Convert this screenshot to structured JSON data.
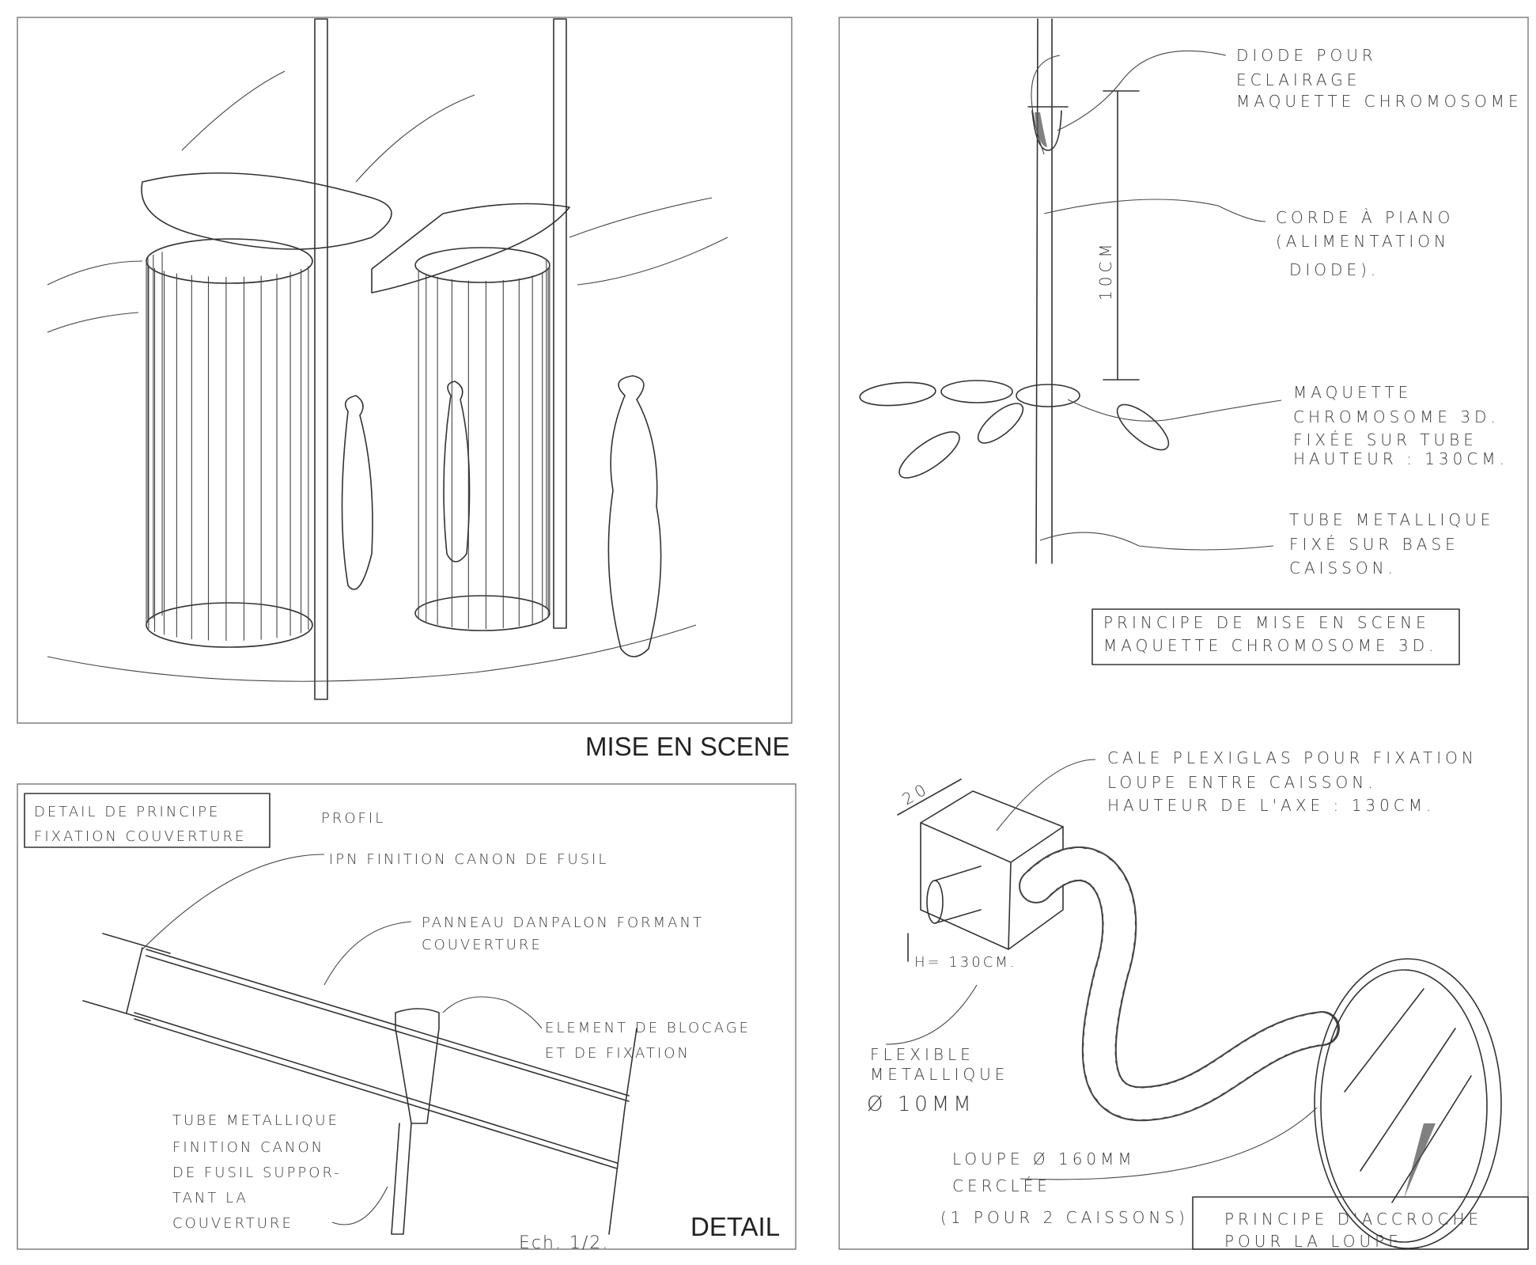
{
  "mise_en_scene": {
    "caption": "MISE EN SCENE"
  },
  "detail": {
    "caption": "DETAIL",
    "title_box": [
      "DETAIL DE PRINCIPE",
      "FIXATION COUVERTURE"
    ],
    "profil": "PROFIL",
    "ipn": "IPN FINITION CANON DE FUSIL",
    "panneau": [
      "PANNEAU DANPALON FORMANT",
      "COUVERTURE"
    ],
    "element": [
      "ELEMENT DE BLOCAGE",
      "ET DE FIXATION"
    ],
    "tube": [
      "TUBE METALLIQUE",
      "FINITION CANON",
      "DE FUSIL SUPPOR-",
      "TANT LA",
      "COUVERTURE"
    ],
    "scale": "Ech. 1/2."
  },
  "chromosome": {
    "diode": [
      "DIODE POUR",
      "ECLAIRAGE",
      "MAQUETTE CHROMOSOME"
    ],
    "corde": [
      "CORDE À PIANO",
      "(ALIMENTATION",
      "DIODE)."
    ],
    "dimension": "10CM",
    "maquette": [
      "MAQUETTE",
      "CHROMOSOME 3D.",
      "FIXÉE SUR TUBE",
      "HAUTEUR : 130CM."
    ],
    "tube": [
      "TUBE METALLIQUE",
      "FIXÉ SUR BASE",
      "CAISSON."
    ],
    "title_box": [
      "PRINCIPE DE MISE EN SCENE",
      "MAQUETTE CHROMOSOME 3D."
    ]
  },
  "loupe": {
    "cale": [
      "CALE PLEXIGLAS POUR FIXATION",
      "LOUPE ENTRE CAISSON.",
      "HAUTEUR DE L'AXE : 130CM."
    ],
    "dimension": "20",
    "height": "H= 130CM.",
    "flexible": [
      "FLEXIBLE",
      "METALLIQUE",
      "Ø 10MM"
    ],
    "loupe": [
      "LOUPE Ø 160MM",
      "CERCLÉE",
      "(1 POUR 2 CAISSONS)"
    ],
    "title_box": [
      "PRINCIPE D'ACCROCHE",
      "POUR LA LOUPE"
    ]
  }
}
